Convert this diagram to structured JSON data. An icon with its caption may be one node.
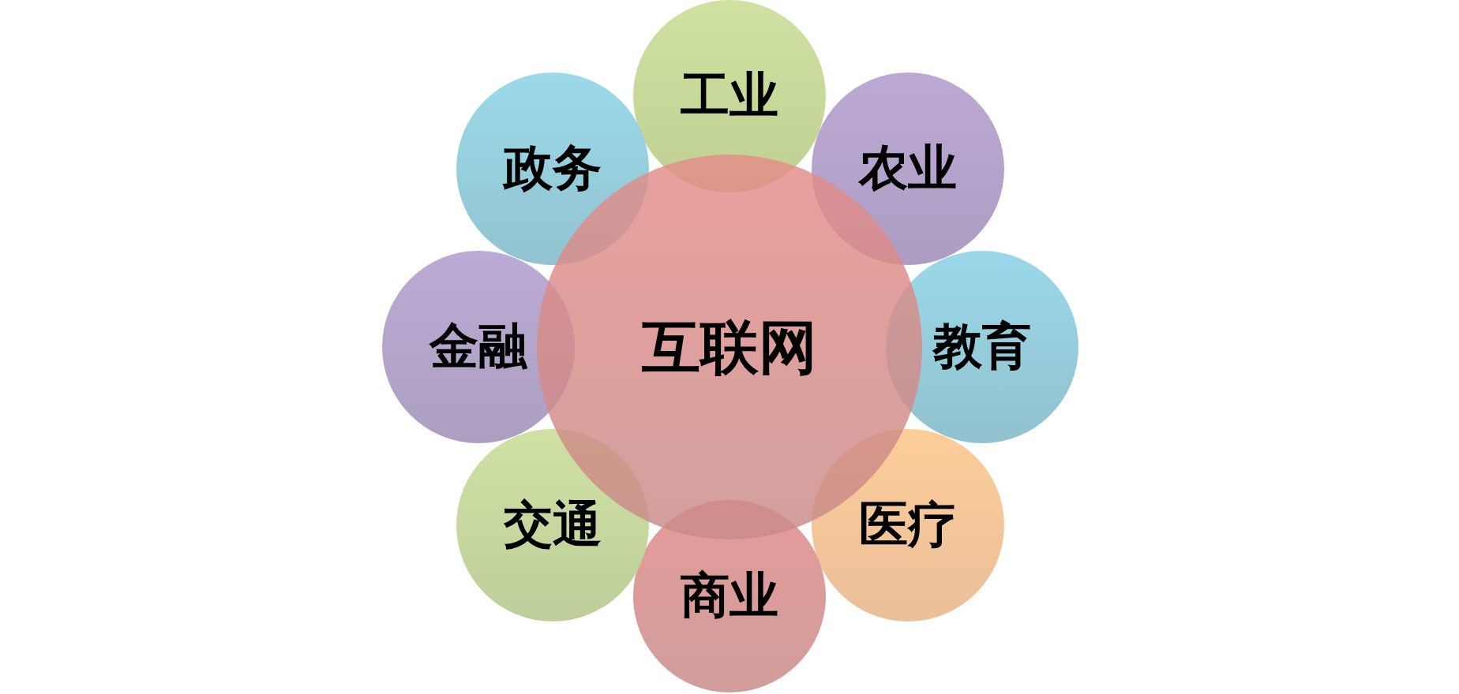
{
  "diagram": {
    "nodes": [
      {
        "text": [
          "互联网"
        ]
      },
      {
        "text": [
          "工业"
        ]
      },
      {
        "text": [
          "农业"
        ]
      },
      {
        "text": [
          "教育"
        ]
      },
      {
        "text": [
          "医疗"
        ]
      },
      {
        "text": [
          "商业"
        ]
      },
      {
        "text": [
          "交通"
        ]
      },
      {
        "text": [
          "金融"
        ]
      },
      {
        "text": [
          "政务"
        ]
      }
    ]
  }
}
